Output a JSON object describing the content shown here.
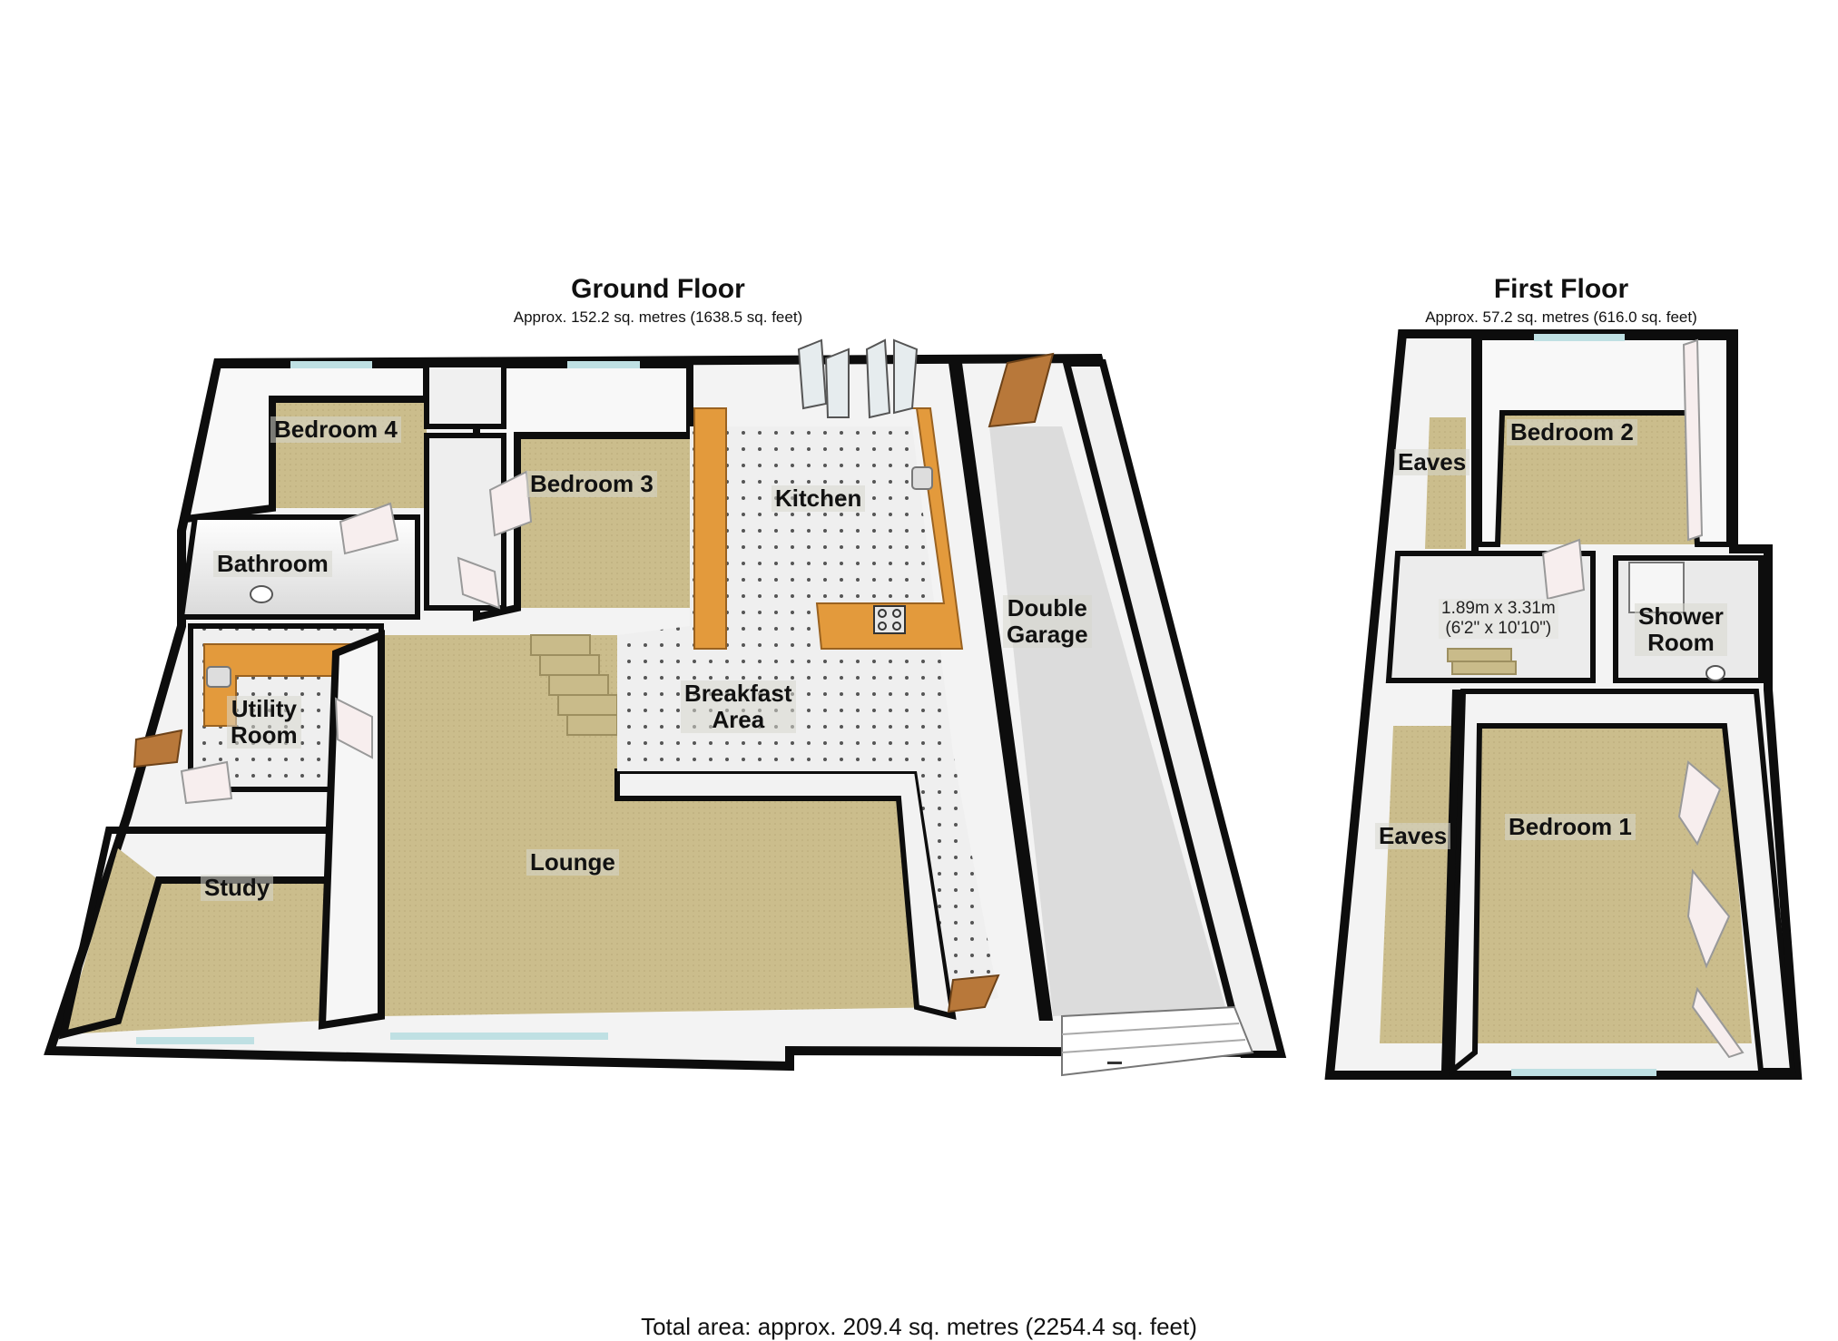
{
  "ground_floor": {
    "title": "Ground Floor",
    "area": "Approx. 152.2 sq. metres (1638.5 sq. feet)",
    "rooms": {
      "bedroom4": "Bedroom 4",
      "bedroom3": "Bedroom 3",
      "kitchen": "Kitchen",
      "bathroom": "Bathroom",
      "utility_line1": "Utility",
      "utility_line2": "Room",
      "breakfast_line1": "Breakfast",
      "breakfast_line2": "Area",
      "double_garage_line1": "Double",
      "double_garage_line2": "Garage",
      "lounge": "Lounge",
      "study": "Study"
    }
  },
  "first_floor": {
    "title": "First Floor",
    "area": "Approx. 57.2 sq. metres (616.0 sq. feet)",
    "rooms": {
      "eaves_top": "Eaves",
      "bedroom2": "Bedroom 2",
      "landing_dim_line1": "1.89m x 3.31m",
      "landing_dim_line2": "(6'2\" x 10'10\")",
      "shower_line1": "Shower",
      "shower_line2": "Room",
      "eaves_bottom": "Eaves",
      "bedroom1": "Bedroom 1"
    }
  },
  "total_area": "Total area: approx. 209.4 sq. metres (2254.4 sq. feet)",
  "colors": {
    "wall": "#0d0d0d",
    "carpet": "#c9bb8a",
    "tile": "#ececec",
    "worktop": "#e39a3c",
    "door": "#b8783a",
    "window": "#bfe0e3",
    "inner_wall": "#f4f4f4"
  }
}
